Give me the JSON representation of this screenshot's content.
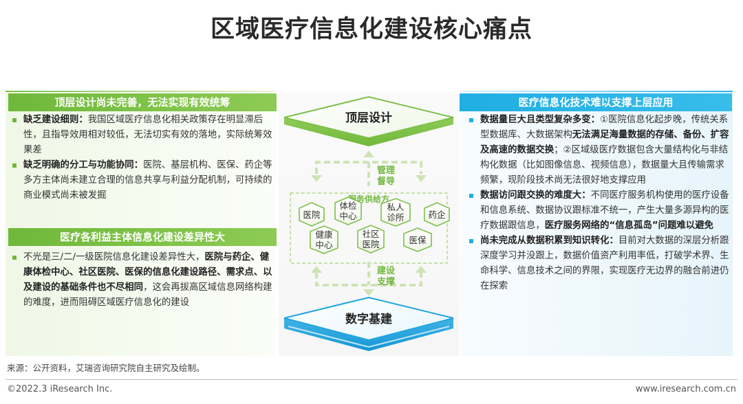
{
  "title": "区域医疗信息化建设核心痛点",
  "left": {
    "header1": "顶层设计尚未完善，无法实现有效统筹",
    "items1": [
      {
        "bold": "缺乏建设细则：",
        "text": "我国区域医疗信息化相关政策存在明显滞后性，且指导效用相对较低，无法切实有效的落地，实际统筹效果差"
      },
      {
        "bold": "缺乏明确的分工与功能协同：",
        "text": "医院、基层机构、医保、药企等多方主体尚未建立合理的信息共享与利益分配机制，可持续的商业模式尚未被发掘"
      }
    ],
    "header2": "医疗各利益主体信息化建设差异性大",
    "item2_pre": "不光是三/二/一级医院信息化建设差异性大，",
    "item2_bold": "医院与药企、健康体检中心、社区医院、医保的信息化建设路径、需求点、以及建设的基础条件也不尽相同",
    "item2_post": "，这会再拔高区域信息网络构建的难度，进而阻碍区域医疗信息化的建设"
  },
  "right": {
    "header": "医疗信息化技术难以支撑上层应用",
    "item1": {
      "bold1": "数据量巨大且类型复杂多变：",
      "text1": "①医院信息化起步晚，传统关系型数据库、大数据架构",
      "bold2": "无法满足海量数据的存储、备份、扩容及高速的数据交换",
      "text2": "；②区域级医疗数据包含大量结构化与非结构化数据（比如图像信息、视频信息），数据量大且传输需求频繁，现阶段技术尚无法很好地支撑应用"
    },
    "item2": {
      "bold1": "数据访问跟交换的难度大：",
      "text1": "不同医疗服务机构使用的医疗设备和信息系统、数据协议跟标准不统一，产生大量多源异构的医疗数据跟信息，",
      "bold2": "医疗服务网络的“信息孤岛”问题难以避免"
    },
    "item3": {
      "bold1": "尚未完成从数据积累到知识转化：",
      "text1": "目前对大数据的深层分析跟深度学习并没跟上，数据价值资产利用率低，打破学术界、生命科学、信息技术之间的界限，实现医疗无边界的融合前进仍在探索"
    }
  },
  "diagram": {
    "top_label": "顶层设计",
    "bottom_label": "数字基建",
    "arrow_top_1": "管理",
    "arrow_top_2": "督导",
    "arrow_bottom_1": "建设",
    "arrow_bottom_2": "支撑",
    "service_label": "服务供给方",
    "nodes": [
      "医院",
      "体检",
      "中心",
      "私人",
      "诊所",
      "药企",
      "健康",
      "中心",
      "社区",
      "医院",
      "医保"
    ],
    "colors": {
      "green": "#7cc04a",
      "blue": "#1fa5e0",
      "arrow": "#cfe3b5"
    }
  },
  "source": "来源：公开资料，艾瑞咨询研究院自主研究及绘制。",
  "footer_left": "©2022.3 iResearch Inc.",
  "footer_right": "www.iresearch.com.cn"
}
